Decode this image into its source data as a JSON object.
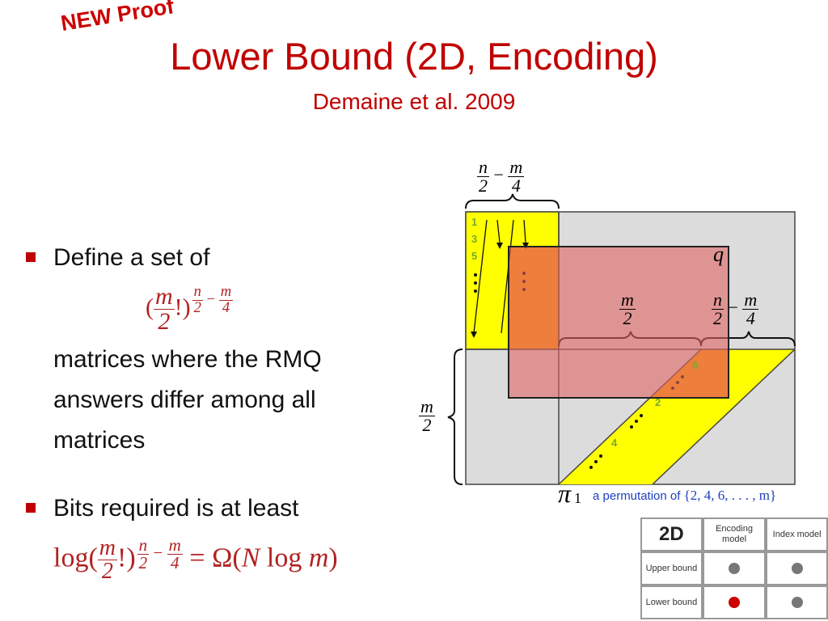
{
  "header": {
    "tag": "NEW Proof",
    "title": "Lower Bound (2D, Encoding)",
    "subtitle": "Demaine et al. 2009"
  },
  "bullets": [
    {
      "text_before": "Define a set of",
      "formula": {
        "open": "(",
        "frac_num": "m",
        "frac_den": "2",
        "close": "!)",
        "exp_a_num": "n",
        "exp_a_den": "2",
        "exp_op": "−",
        "exp_b_num": "m",
        "exp_b_den": "4"
      },
      "text_after": [
        "matrices where the RMQ",
        "answers differ among all",
        "matrices"
      ]
    },
    {
      "text_before": "Bits required is at least",
      "formula": {
        "func": "log(",
        "frac_num": "m",
        "frac_den": "2",
        "close": "!)",
        "exp_a_num": "n",
        "exp_a_den": "2",
        "exp_op": "−",
        "exp_b_num": "m",
        "exp_b_den": "4",
        "rhs_eq": "=",
        "rhs_omega": "Ω(",
        "rhs_n": "N",
        "rhs_log": "log",
        "rhs_m": "m",
        "rhs_close": ")"
      }
    }
  ],
  "diagram": {
    "top_label": {
      "a_num": "n",
      "a_den": "2",
      "op": "−",
      "b_num": "m",
      "b_den": "4"
    },
    "q_label": "q",
    "mid_label": {
      "num": "m",
      "den": "2"
    },
    "right_label": {
      "a_num": "n",
      "a_den": "2",
      "op": "−",
      "b_num": "m",
      "b_den": "4"
    },
    "left_label": {
      "num": "m",
      "den": "2"
    },
    "column_numbers": [
      "1",
      "3",
      "5"
    ],
    "diag_numbers": [
      "6",
      "2",
      "4"
    ],
    "pi_symbol": "π",
    "pi_sub": "1",
    "permutation_text": "a permutation of",
    "permutation_set": "{2, 4, 6, . . . , m}",
    "colors": {
      "yellow": "#ffff00",
      "orange": "#ffa500",
      "red_overlay": "#e06464",
      "gray": "#dcdcdc",
      "green_numbers": "#77aa33",
      "blue_text": "#1f3fbf"
    }
  },
  "legend": {
    "corner": "2D",
    "col_headers": [
      "Encoding model",
      "Index model"
    ],
    "rows": [
      {
        "label": "Upper bound",
        "cells": [
          "gray-dot",
          "gray-dot"
        ]
      },
      {
        "label": "Lower bound",
        "cells": [
          "red-dot",
          "gray-dot"
        ]
      }
    ]
  }
}
